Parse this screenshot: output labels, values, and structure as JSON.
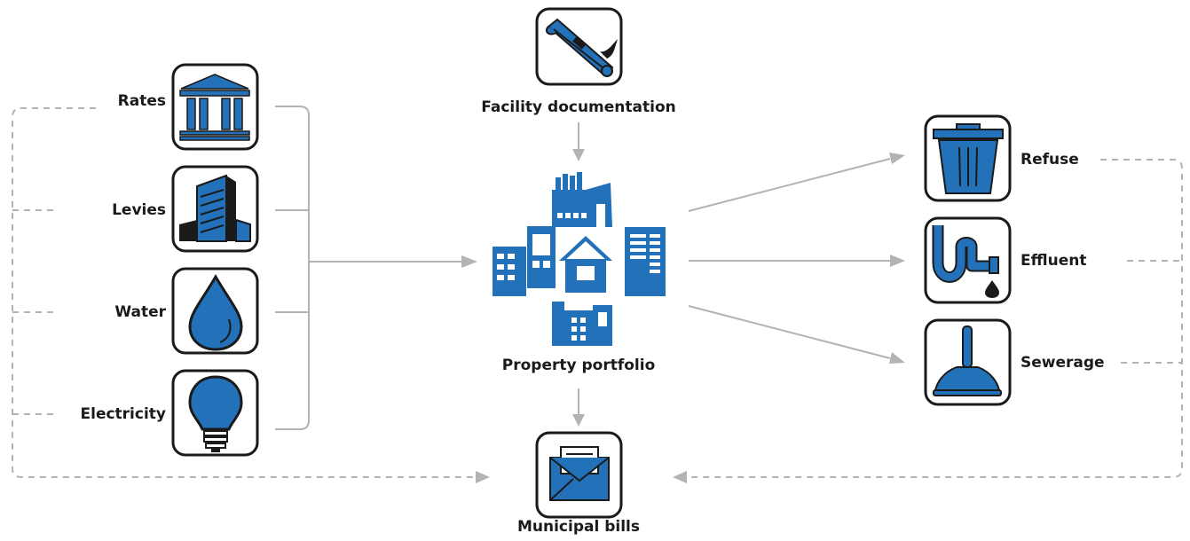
{
  "labels": {
    "rates": "Rates",
    "levies": "Levies",
    "water": "Water",
    "electricity": "Electricity",
    "facility_documentation": "Facility documentation",
    "property_portfolio": "Property portfolio",
    "municipal_bills": "Municipal bills",
    "refuse": "Refuse",
    "effluent": "Effluent",
    "sewerage": "Sewerage"
  },
  "colors": {
    "icon_blue": "#2271b9",
    "outline": "#1a1a1a",
    "connector_gray": "#b3b3b3"
  },
  "icons": {
    "rates": "government-building-icon",
    "levies": "office-tower-icon",
    "water": "water-drop-icon",
    "electricity": "light-bulb-icon",
    "facility_documentation": "rolled-document-icon",
    "property_portfolio": "buildings-cluster-icon",
    "municipal_bills": "envelope-icon",
    "refuse": "trash-bin-icon",
    "effluent": "drain-pipe-icon",
    "sewerage": "plunger-icon"
  }
}
